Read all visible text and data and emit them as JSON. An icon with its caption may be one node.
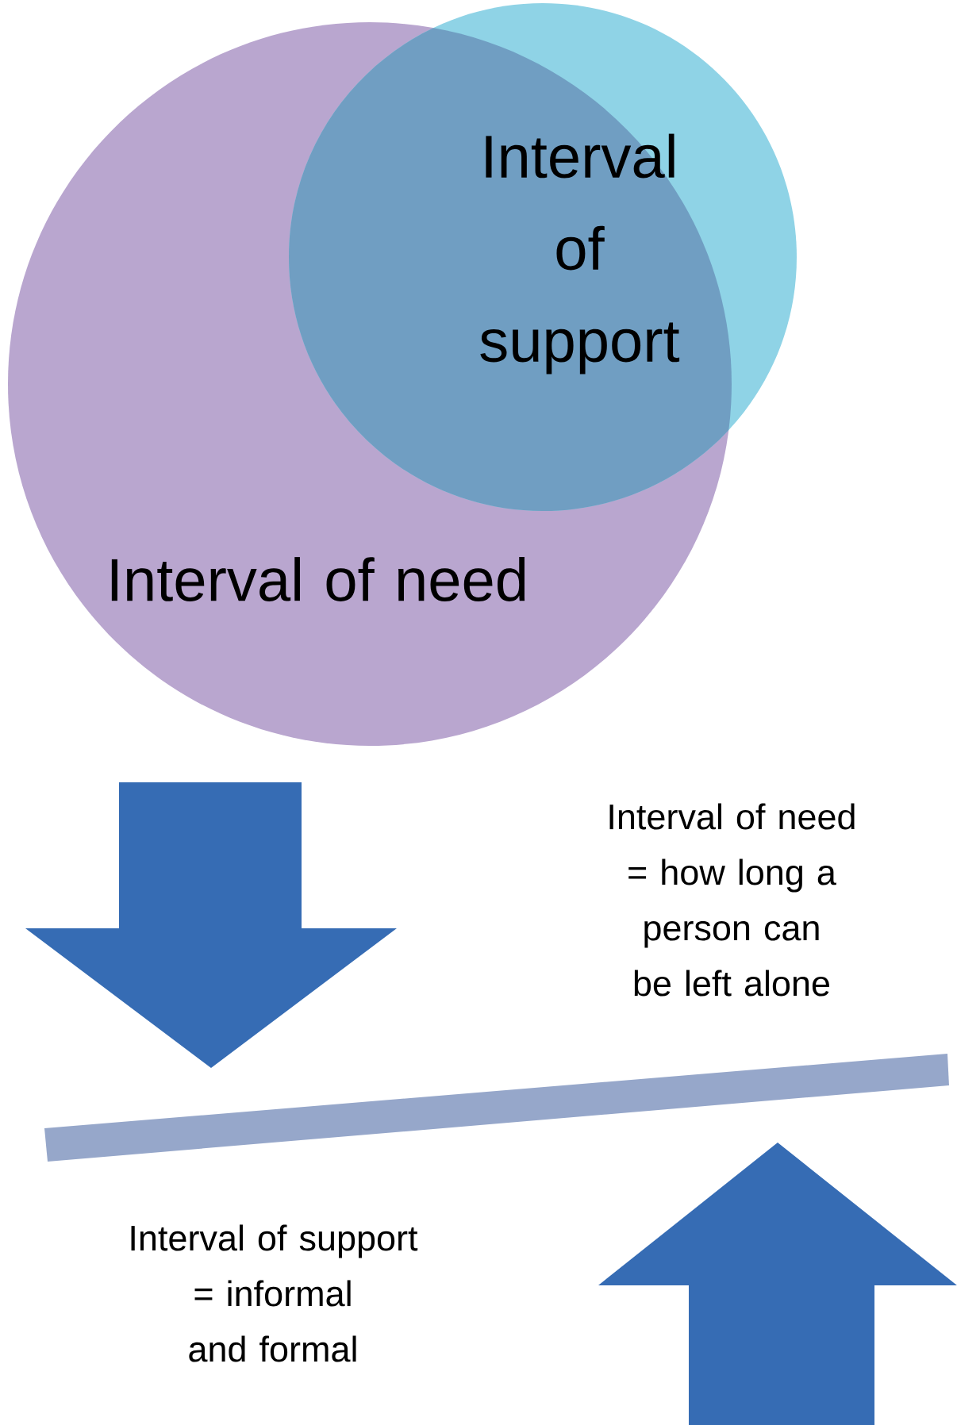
{
  "diagram": {
    "nodes": [
      {
        "text": [
          "Interval of need"
        ]
      },
      {
        "text": [
          "Interval of support"
        ]
      }
    ],
    "labels": [
      "Interval of need = how long a person can be left alone",
      "Interval of support = informal and formal"
    ]
  }
}
